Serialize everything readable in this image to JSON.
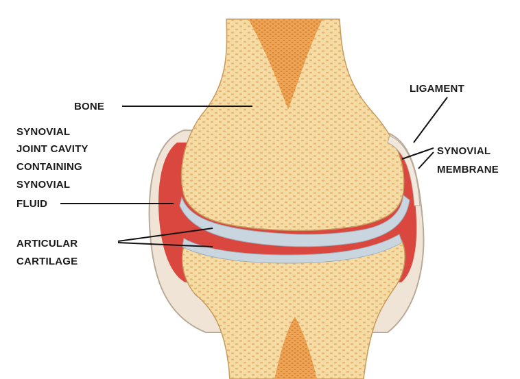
{
  "labels": {
    "bone": "BONE",
    "ligament": "LIGAMENT",
    "synovial_cavity": [
      "SYNOVIAL",
      "JOINT CAVITY",
      "CONTAINING",
      "SYNOVIAL",
      "FLUID"
    ],
    "articular_cartilage": [
      "ARTICULAR",
      "CARTILAGE"
    ],
    "synovial_membrane": [
      "SYNOVIAL",
      "MEMBRANE"
    ]
  },
  "colors": {
    "bone_fill": "#f5dca4",
    "bone_texture": "#e8b976",
    "marrow": "#e69a45",
    "cartilage": "#c9d6df",
    "synovial_fluid": "#d6453f",
    "membrane": "#e3d8cc"
  }
}
